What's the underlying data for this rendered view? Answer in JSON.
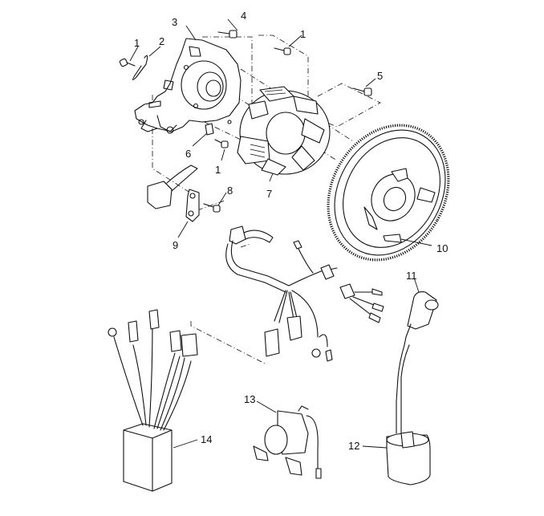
{
  "diagram": {
    "type": "exploded-parts-diagram",
    "callouts": [
      {
        "id": "callout-1a",
        "label": "1"
      },
      {
        "id": "callout-2",
        "label": "2"
      },
      {
        "id": "callout-3",
        "label": "3"
      },
      {
        "id": "callout-4",
        "label": "4"
      },
      {
        "id": "callout-1b",
        "label": "1"
      },
      {
        "id": "callout-5",
        "label": "5"
      },
      {
        "id": "callout-6",
        "label": "6"
      },
      {
        "id": "callout-1c",
        "label": "1"
      },
      {
        "id": "callout-7",
        "label": "7"
      },
      {
        "id": "callout-8",
        "label": "8"
      },
      {
        "id": "callout-9",
        "label": "9"
      },
      {
        "id": "callout-10",
        "label": "10"
      },
      {
        "id": "callout-11",
        "label": "11"
      },
      {
        "id": "callout-12",
        "label": "12"
      },
      {
        "id": "callout-13",
        "label": "13"
      },
      {
        "id": "callout-14",
        "label": "14"
      }
    ]
  }
}
